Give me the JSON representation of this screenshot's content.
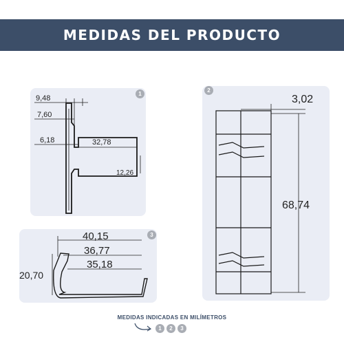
{
  "header": {
    "title": "MEDIDAS DEL PRODUCTO"
  },
  "panel1": {
    "badge": "1",
    "dims": {
      "a": "9,48",
      "b": "7,60",
      "c": "6,18",
      "d": "32,78",
      "e": "12,26"
    }
  },
  "panel2": {
    "badge": "2",
    "dims": {
      "a": "3,02",
      "b": "68,74"
    }
  },
  "panel3": {
    "badge": "3",
    "dims": {
      "a": "40,15",
      "b": "36,77",
      "c": "35,18",
      "d": "20,70"
    }
  },
  "footer": {
    "caption": "MEDIDAS INDICADAS EN MILÍMETROS",
    "badges": [
      "1",
      "2",
      "3"
    ]
  },
  "colors": {
    "banner": "#3c4e68",
    "panel": "#eaedf5",
    "badge": "#a9adb4"
  }
}
